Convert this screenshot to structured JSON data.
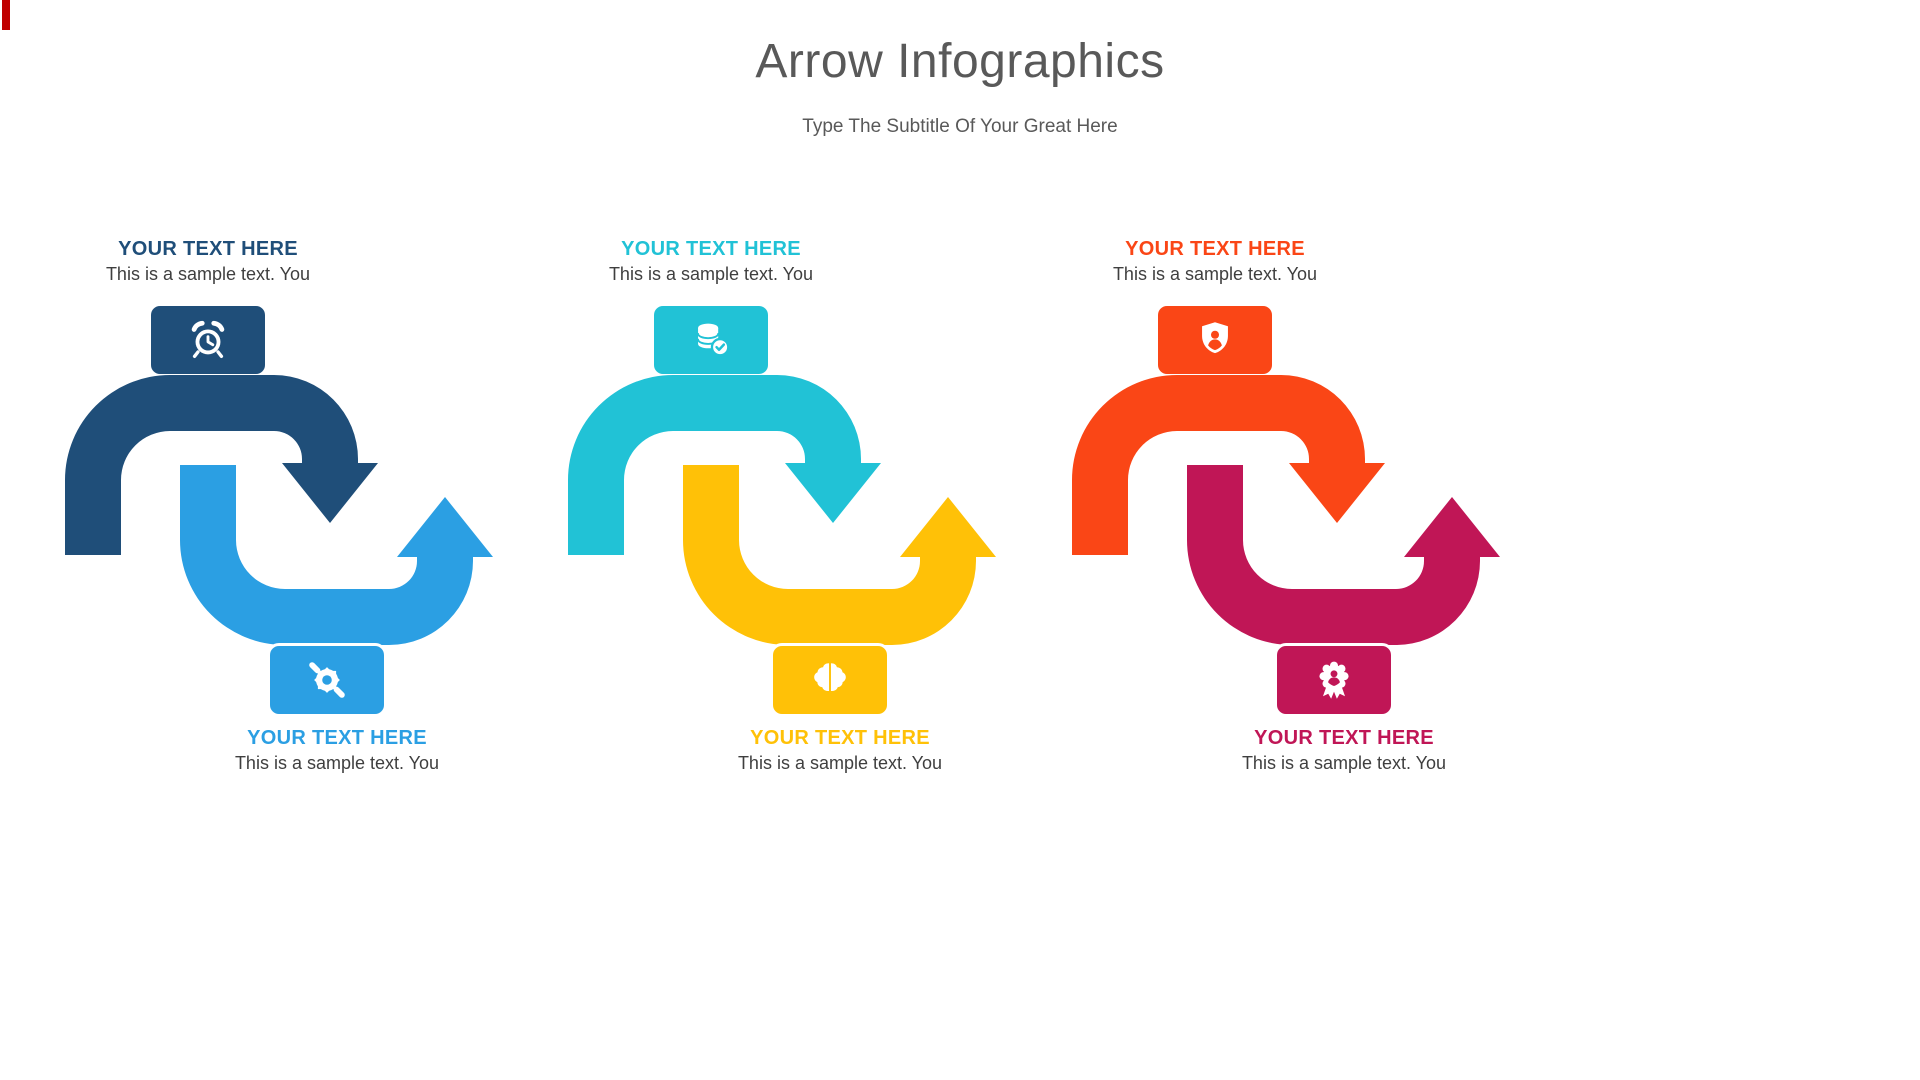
{
  "page": {
    "title": "Arrow Infographics",
    "subtitle": "Type The Subtitle Of Your Great Here",
    "title_color": "#595959",
    "corner_bar_color": "#C00000",
    "body_text_color": "#3F3F3F",
    "background_color": "#FFFFFF"
  },
  "groups": [
    {
      "top": {
        "heading": "YOUR TEXT HERE",
        "body": "This is a sample text. You",
        "color": "#1F4E79",
        "icon": "alarm-clock-icon"
      },
      "bottom": {
        "heading": "YOUR TEXT HERE",
        "body": "This is a sample text. You",
        "color": "#2B9FE3",
        "icon": "wrench-gear-icon"
      }
    },
    {
      "top": {
        "heading": "YOUR TEXT HERE",
        "body": "This is a sample text. You",
        "color": "#21C2D6",
        "icon": "database-check-icon"
      },
      "bottom": {
        "heading": "YOUR TEXT HERE",
        "body": "This is a sample text. You",
        "color": "#FFC107",
        "icon": "brain-icon"
      }
    },
    {
      "top": {
        "heading": "YOUR TEXT HERE",
        "body": "This is a sample text. You",
        "color": "#FA4616",
        "icon": "shield-user-icon"
      },
      "bottom": {
        "heading": "YOUR TEXT HERE",
        "body": "This is a sample text. You",
        "color": "#C01656",
        "icon": "award-user-icon"
      }
    }
  ]
}
